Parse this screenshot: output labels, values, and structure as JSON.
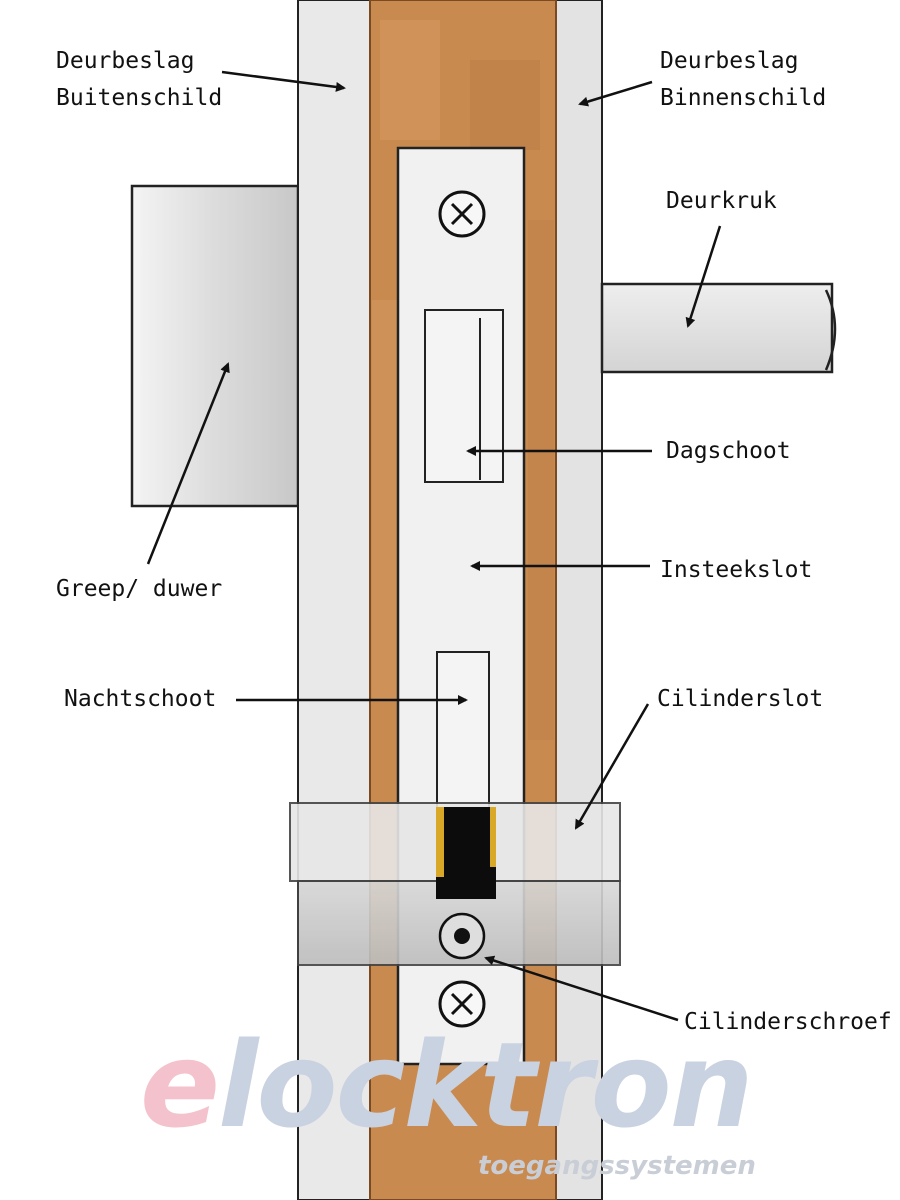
{
  "labels": {
    "outer_plate_1": "Deurbeslag",
    "outer_plate_2": "Buitenschild",
    "inner_plate_1": "Deurbeslag",
    "inner_plate_2": "Binnenschild",
    "handle": "Deurkruk",
    "latch": "Dagschoot",
    "mortise_lock": "Insteekslot",
    "grip": "Greep/ duwer",
    "deadbolt": "Nachtschoot",
    "cylinder": "Cilinderslot",
    "cylinder_screw": "Cilinderschroef"
  },
  "watermark": {
    "brand_e": "e",
    "brand_rest": "locktron",
    "tagline": "toegangssystemen"
  },
  "colors": {
    "wood": "#c98a50",
    "metal": "#e6e6e6",
    "bolt_black": "#0c0c0c",
    "brass": "#d9a826",
    "watermark_pink": "#f4c2cc",
    "watermark_blue": "#c9d2e0"
  }
}
